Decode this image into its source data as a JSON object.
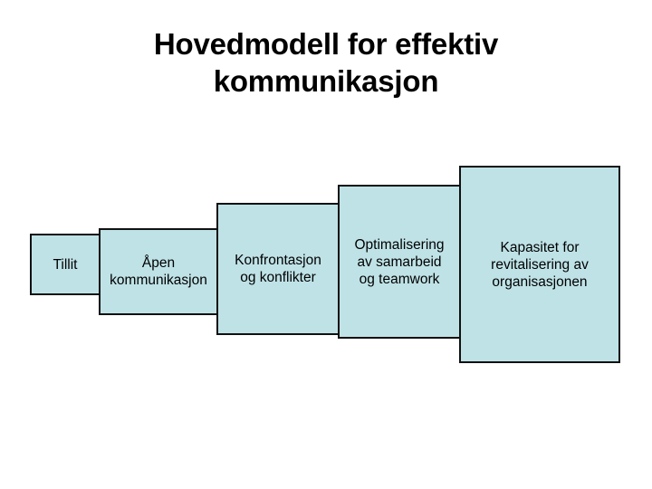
{
  "slide": {
    "title": "Hovedmodell for effektiv\nkommunikasjon",
    "background_color": "#ffffff",
    "text_color": "#000000"
  },
  "diagram": {
    "type": "ascending-staircase",
    "box_fill_color": "#bfe2e6",
    "box_border_color": "#111111",
    "steps": [
      {
        "index": 1,
        "label": "Tillit"
      },
      {
        "index": 2,
        "label": "Åpen\nkommunikasjon"
      },
      {
        "index": 3,
        "label": "Konfrontasjon\nog konflikter"
      },
      {
        "index": 4,
        "label": "Optimalisering\nav samarbeid\nog teamwork"
      },
      {
        "index": 5,
        "label": "Kapasitet for\nrevitalisering av\norganisasjonen"
      }
    ]
  }
}
